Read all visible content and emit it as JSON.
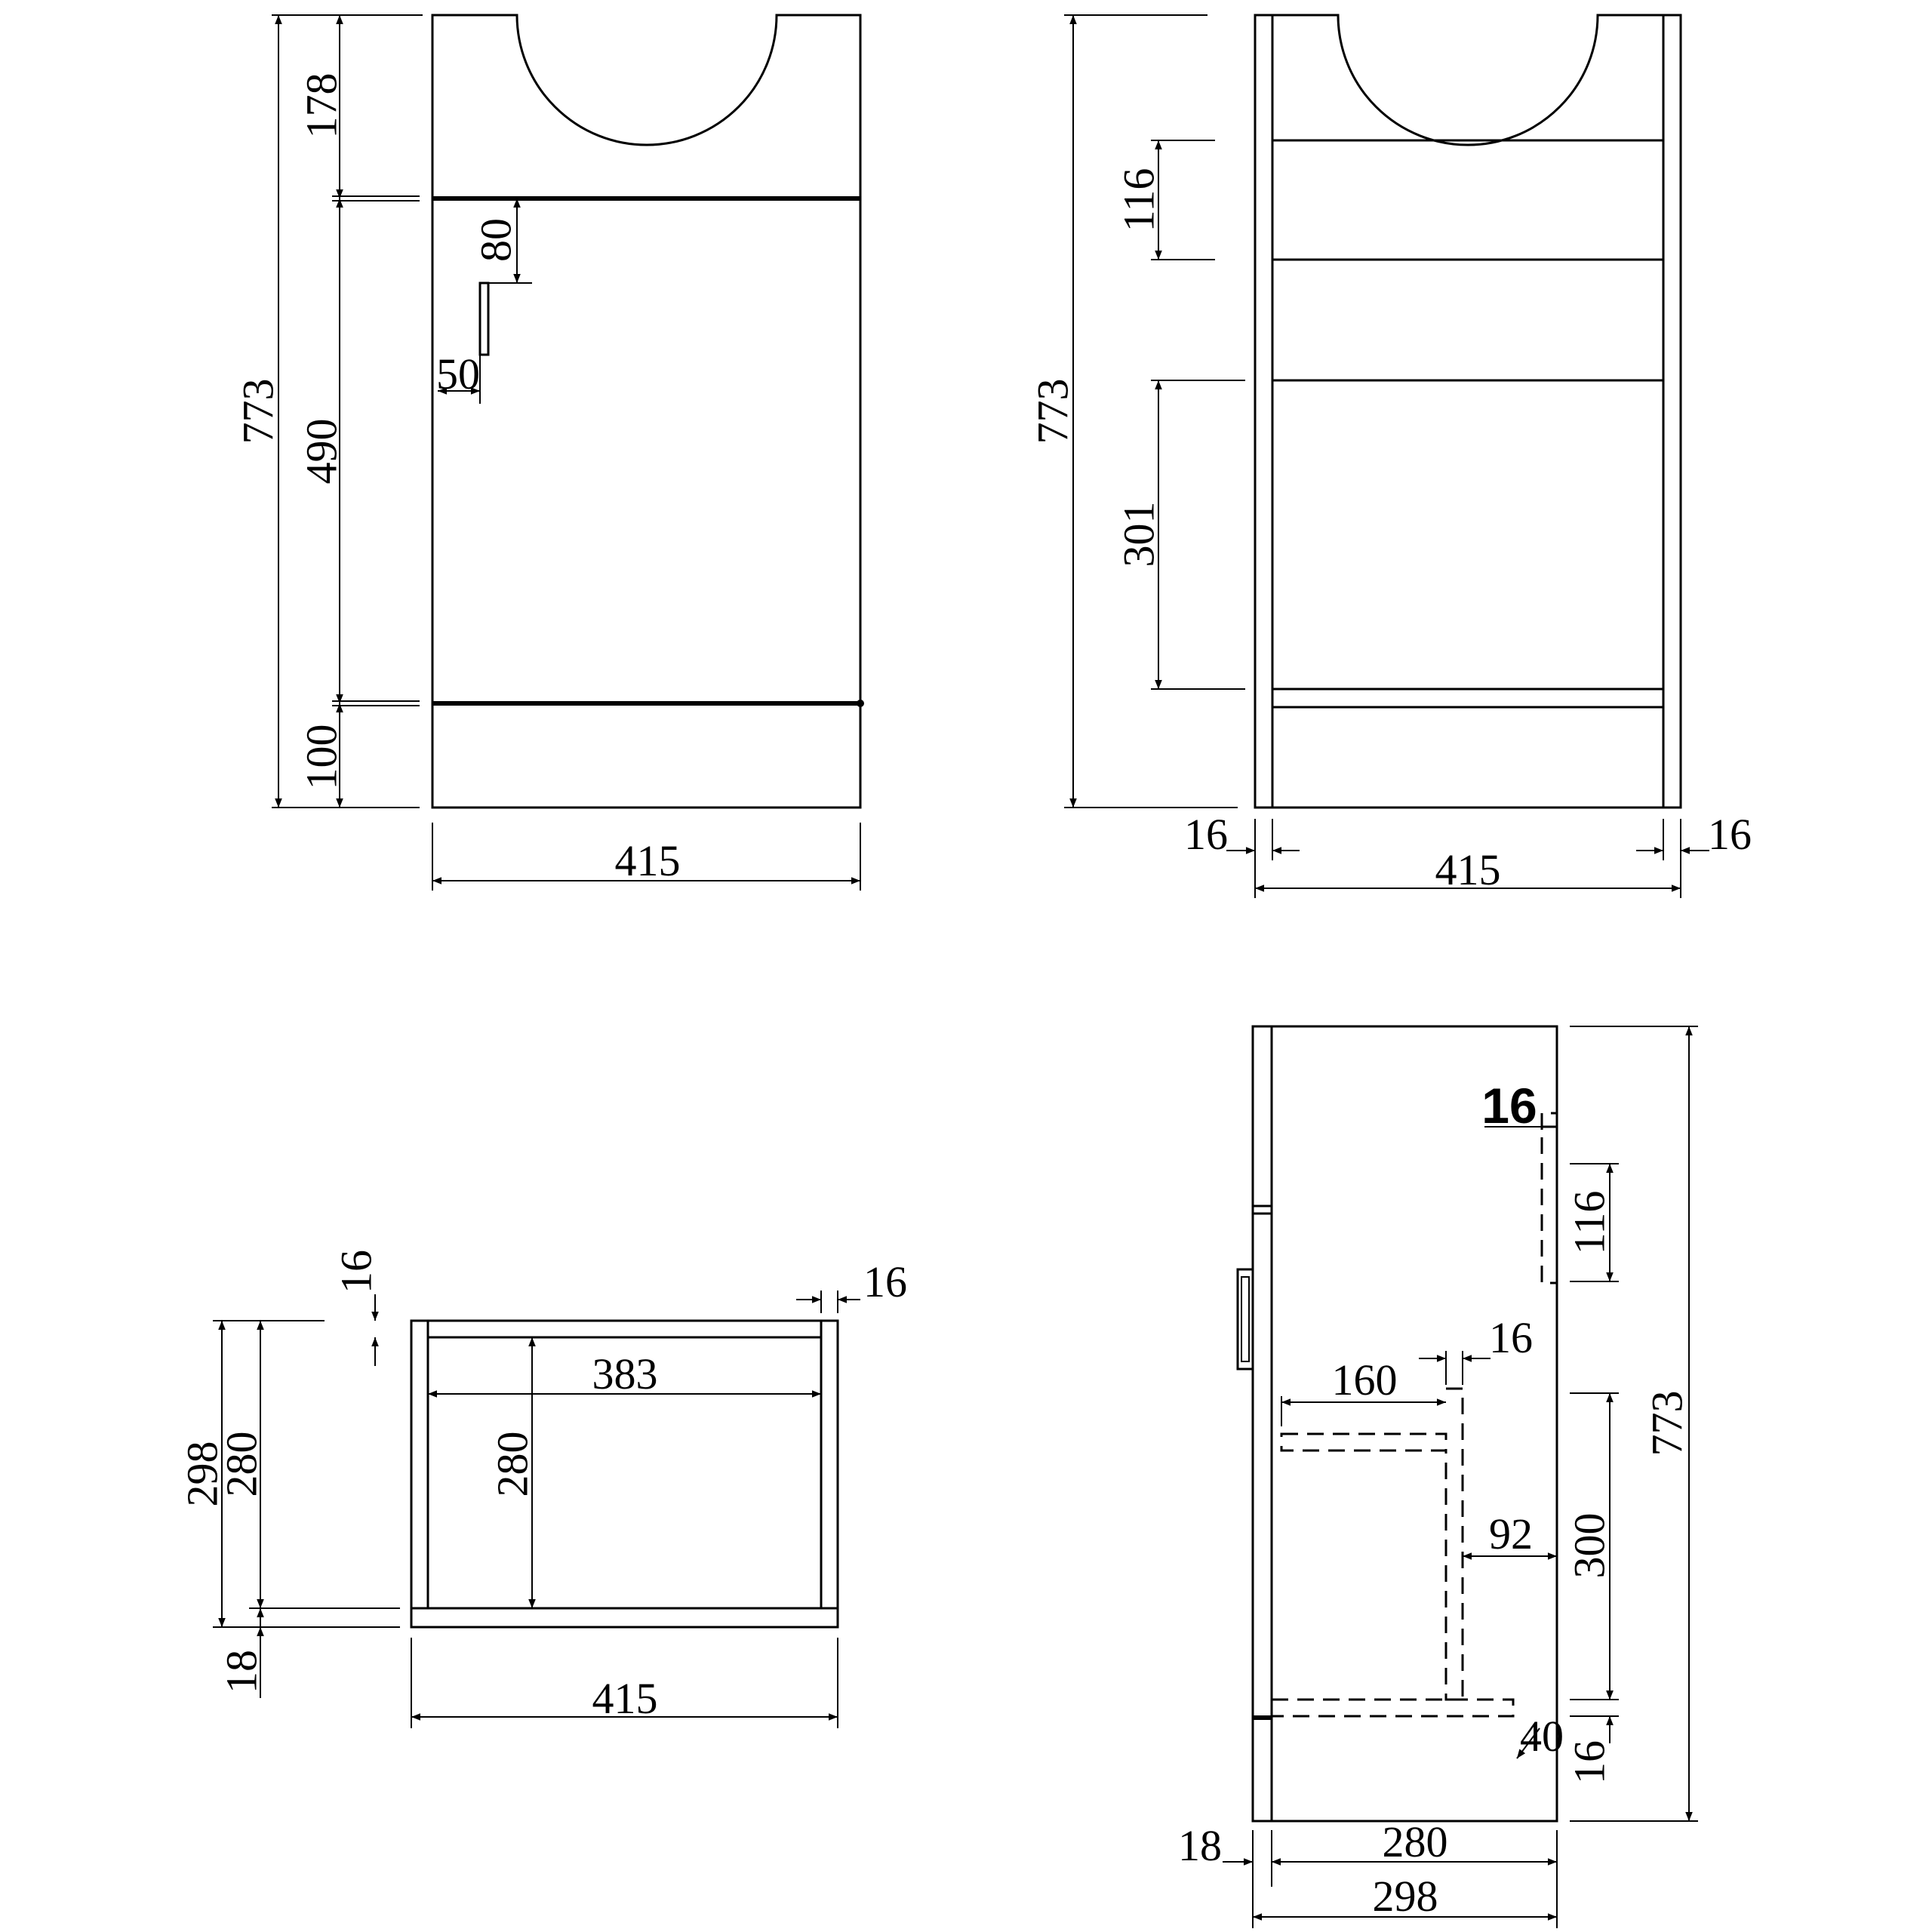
{
  "front_view": {
    "total_height": "773",
    "top_panel": "178",
    "door_height": "490",
    "plinth": "100",
    "handle_offset_top": "80",
    "handle_offset_side": "50",
    "width": "415"
  },
  "back_view": {
    "total_height": "773",
    "rail_height": "116",
    "opening_height": "301",
    "left_panel": "16",
    "right_panel": "16",
    "width": "415"
  },
  "plan_view": {
    "depth": "298",
    "inner_depth": "280",
    "inner_depth_mid": "280",
    "back_thickness": "16",
    "side_thickness": "16",
    "inner_width": "383",
    "front_thickness": "18",
    "width": "415"
  },
  "side_view": {
    "top_offset": "16",
    "rail_height": "116",
    "shelf_thickness": "16",
    "shelf_depth": "160",
    "total_height": "773",
    "rear_gap": "92",
    "opening_height": "300",
    "bottom_gap": "40",
    "base_thickness": "16",
    "door_thickness": "18",
    "inner_depth": "280",
    "total_depth": "298"
  }
}
